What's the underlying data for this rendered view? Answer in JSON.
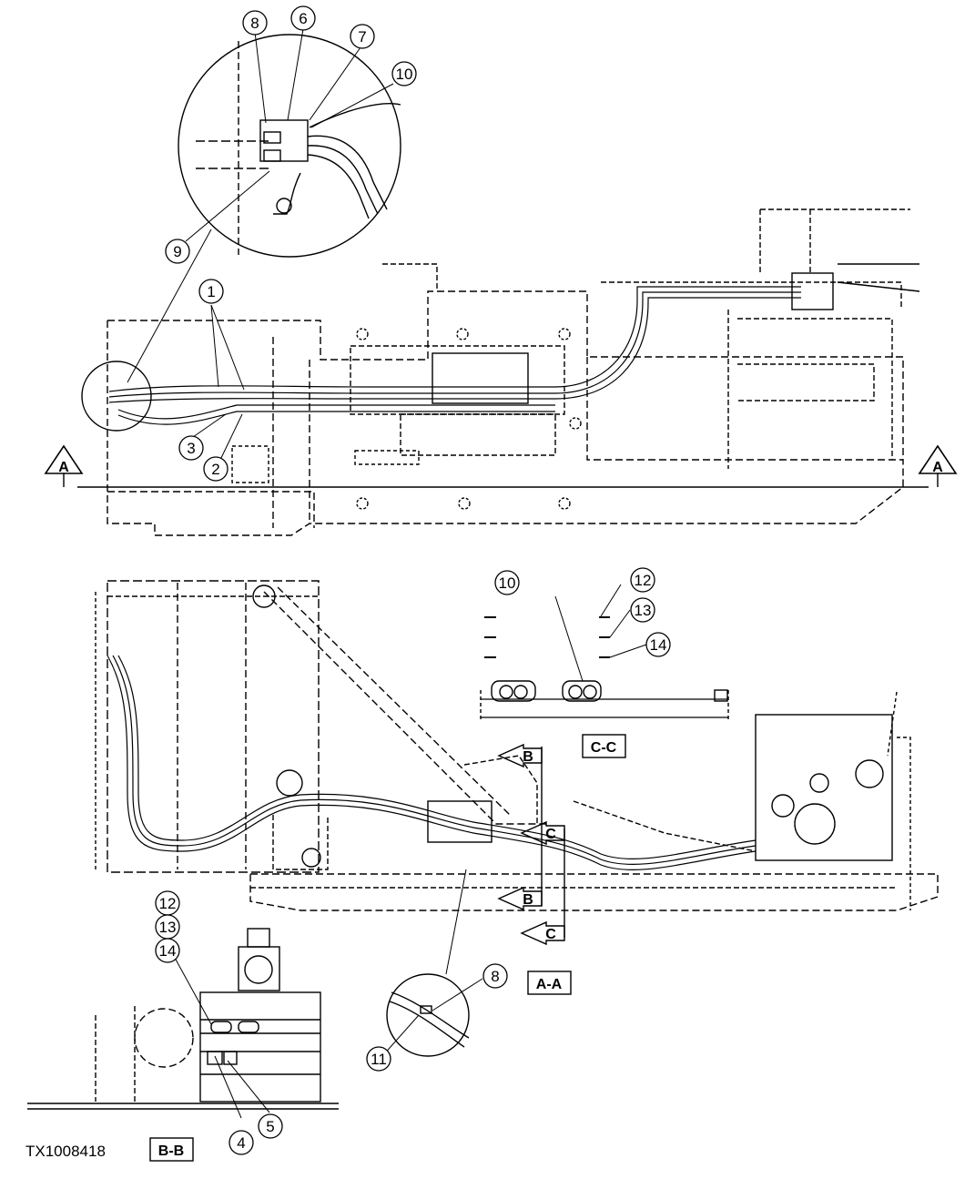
{
  "figure_id": "TX1008418",
  "section_labels": {
    "a_a": "A-A",
    "b_b": "B-B",
    "c_c": "C-C"
  },
  "section_arrows": {
    "a": "A",
    "b": "B",
    "c": "C"
  },
  "callouts": [
    "1",
    "2",
    "3",
    "4",
    "5",
    "6",
    "7",
    "8",
    "9",
    "10",
    "11",
    "12",
    "13",
    "14"
  ]
}
